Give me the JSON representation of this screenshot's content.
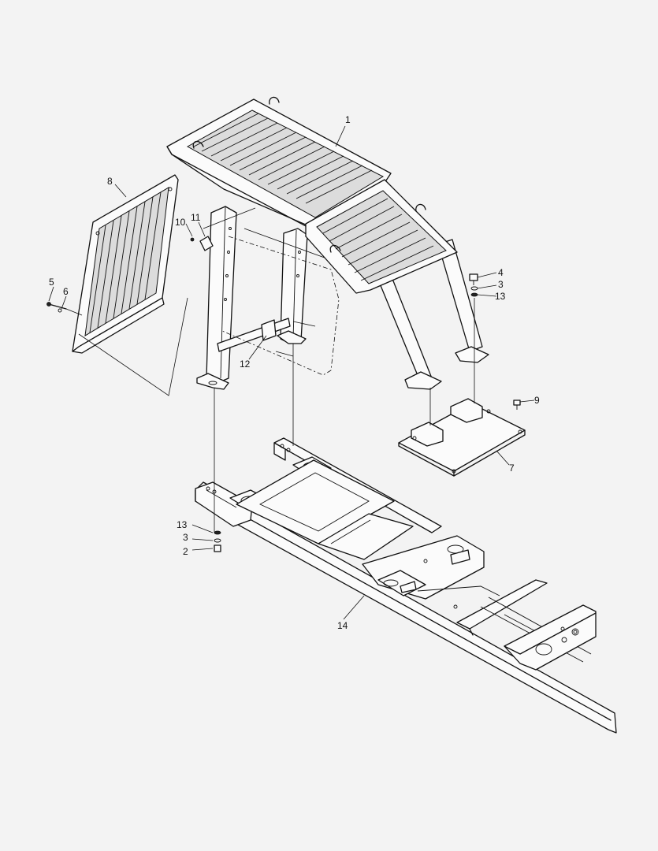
{
  "callouts": {
    "c1": "1",
    "c8": "8",
    "c10": "10",
    "c11": "11",
    "c5": "5",
    "c6": "6",
    "c12": "12",
    "c4": "4",
    "c3a": "3",
    "c13a": "13",
    "c9": "9",
    "c7": "7",
    "c13b": "13",
    "c3b": "3",
    "c2": "2",
    "c14": "14"
  },
  "colors": {
    "background": "#f3f3f3",
    "line": "#111111"
  }
}
